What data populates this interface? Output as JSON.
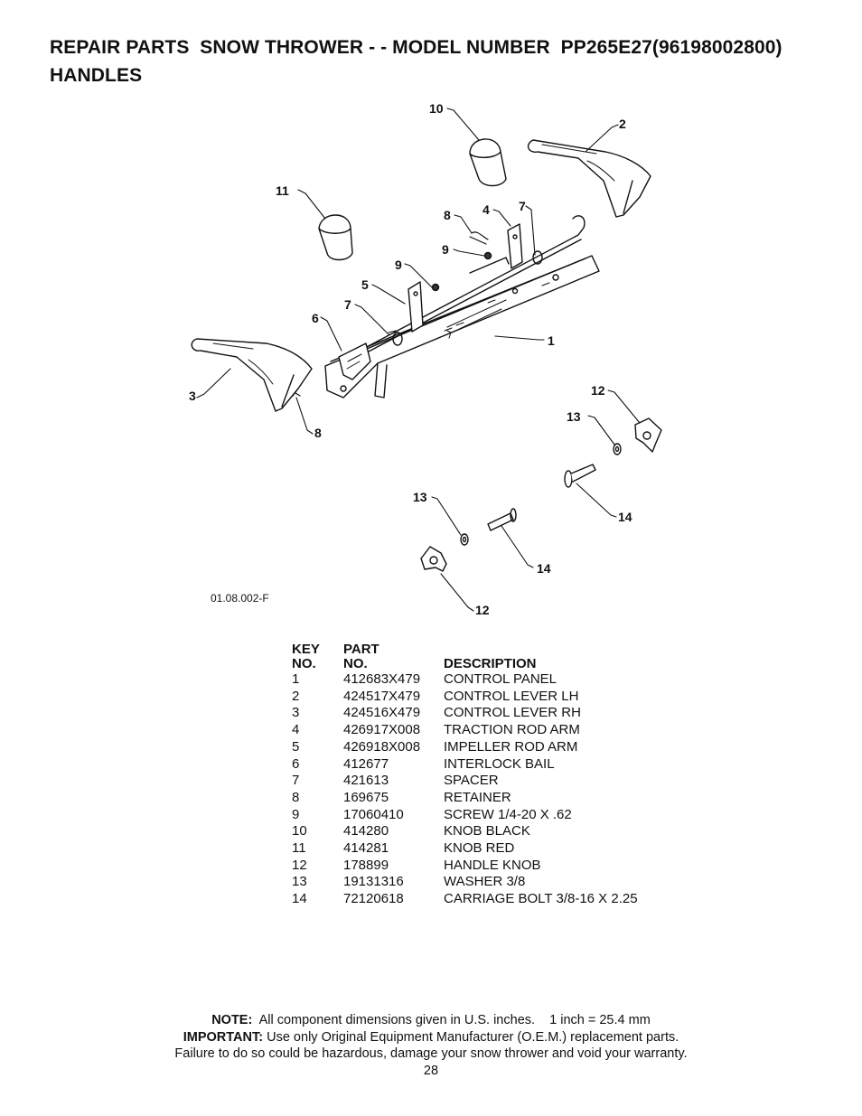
{
  "header": {
    "line1": "REPAIR PARTS  SNOW THROWER - - MODEL NUMBER  PP265E27(96198002800)",
    "line2": "HANDLES"
  },
  "diagram": {
    "drawing_code": "01.08.002-F",
    "callouts": {
      "c1": "1",
      "c2": "2",
      "c3": "3",
      "c4": "4",
      "c5": "5",
      "c6": "6",
      "c7a": "7",
      "c7b": "7",
      "c8a": "8",
      "c8b": "8",
      "c9a": "9",
      "c9b": "9",
      "c10": "10",
      "c11": "11",
      "c12a": "12",
      "c12b": "12",
      "c13a": "13",
      "c13b": "13",
      "c14a": "14",
      "c14b": "14"
    }
  },
  "parts_table": {
    "headers": {
      "key_line1": "KEY",
      "key_line2": "NO.",
      "part_line1": "PART",
      "part_line2": "NO.",
      "description": "DESCRIPTION"
    },
    "rows": [
      {
        "key": "1",
        "part": "412683X479",
        "desc": "CONTROL PANEL"
      },
      {
        "key": "2",
        "part": "424517X479",
        "desc": "CONTROL LEVER LH"
      },
      {
        "key": "3",
        "part": "424516X479",
        "desc": "CONTROL LEVER RH"
      },
      {
        "key": "4",
        "part": "426917X008",
        "desc": "TRACTION ROD ARM"
      },
      {
        "key": "5",
        "part": "426918X008",
        "desc": "IMPELLER ROD ARM"
      },
      {
        "key": "6",
        "part": "412677",
        "desc": "INTERLOCK BAIL"
      },
      {
        "key": "7",
        "part": "421613",
        "desc": "SPACER"
      },
      {
        "key": "8",
        "part": "169675",
        "desc": "RETAINER"
      },
      {
        "key": "9",
        "part": "17060410",
        "desc": "SCREW 1/4-20 X .62"
      },
      {
        "key": "10",
        "part": "414280",
        "desc": "KNOB BLACK"
      },
      {
        "key": "11",
        "part": "414281",
        "desc": "KNOB RED"
      },
      {
        "key": "12",
        "part": "178899",
        "desc": "HANDLE KNOB"
      },
      {
        "key": "13",
        "part": "19131316",
        "desc": "WASHER 3/8"
      },
      {
        "key": "14",
        "part": "72120618",
        "desc": "CARRIAGE BOLT 3/8-16 X 2.25"
      }
    ]
  },
  "footer": {
    "note_label": "NOTE:",
    "note_text": "  All component dimensions given in U.S. inches.    1 inch = 25.4 mm",
    "important_label": "IMPORTANT:",
    "important_text": " Use only Original Equipment Manufacturer (O.E.M.) replacement parts.",
    "warning_text": "Failure to do so could be hazardous, damage your snow thrower and void your warranty.",
    "page_number": "28"
  }
}
